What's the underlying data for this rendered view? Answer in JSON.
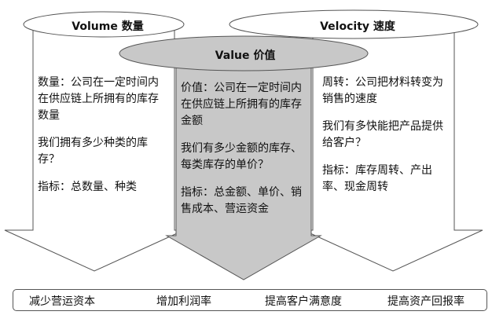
{
  "columns": {
    "volume": {
      "header": "Volume 数量",
      "paragraphs": [
        "数量：公司在一定时间内在供应链上所拥有的库存数量",
        "我们拥有多少种类的库存？",
        "指标：总数量、种类"
      ]
    },
    "value": {
      "header": "Value 价值",
      "paragraphs": [
        "价值：公司在一定时间内在供应链上所拥有的库存金额",
        "我们有多少金额的库存、每类库存的单价？",
        "指标：总金额、单价、销售成本、营运资金"
      ]
    },
    "velocity": {
      "header": "Velocity 速度",
      "paragraphs": [
        "周转：公司把材料转变为销售的速度",
        "我们有多快能把产品提供给客户？",
        "指标：库存周转、产出率、现金周转"
      ]
    }
  },
  "outcomes": [
    "减少营运资本",
    "增加利润率",
    "提高客户满意度",
    "提高资产回报率"
  ],
  "colors": {
    "left_right_fill": "#ffffff",
    "center_fill": "#c8c8c8",
    "stroke": "#555555"
  }
}
